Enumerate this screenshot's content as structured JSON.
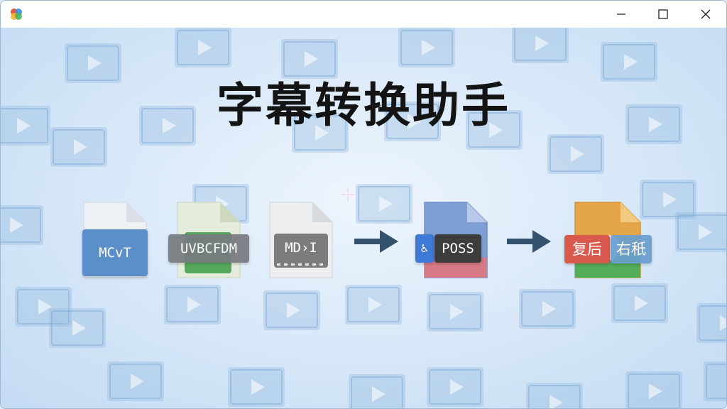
{
  "window": {
    "title": ""
  },
  "controls": {
    "minimize": "minimize",
    "maximize": "maximize",
    "close": "close"
  },
  "main": {
    "title": "字幕转换助手",
    "files": [
      {
        "label": "MCvT",
        "color": "#5b8fc9"
      },
      {
        "label": "UVBCFDM",
        "color": "#56a85c"
      },
      {
        "label": "MD›I",
        "color": "#7c7c7c"
      },
      {
        "label": "POSS",
        "color": "#5b7fbf"
      }
    ],
    "output": {
      "left_label": "复后",
      "right_label": "右秖"
    }
  },
  "colors": {
    "accent": "#2f4f6f",
    "background": "#d6e7f8"
  }
}
